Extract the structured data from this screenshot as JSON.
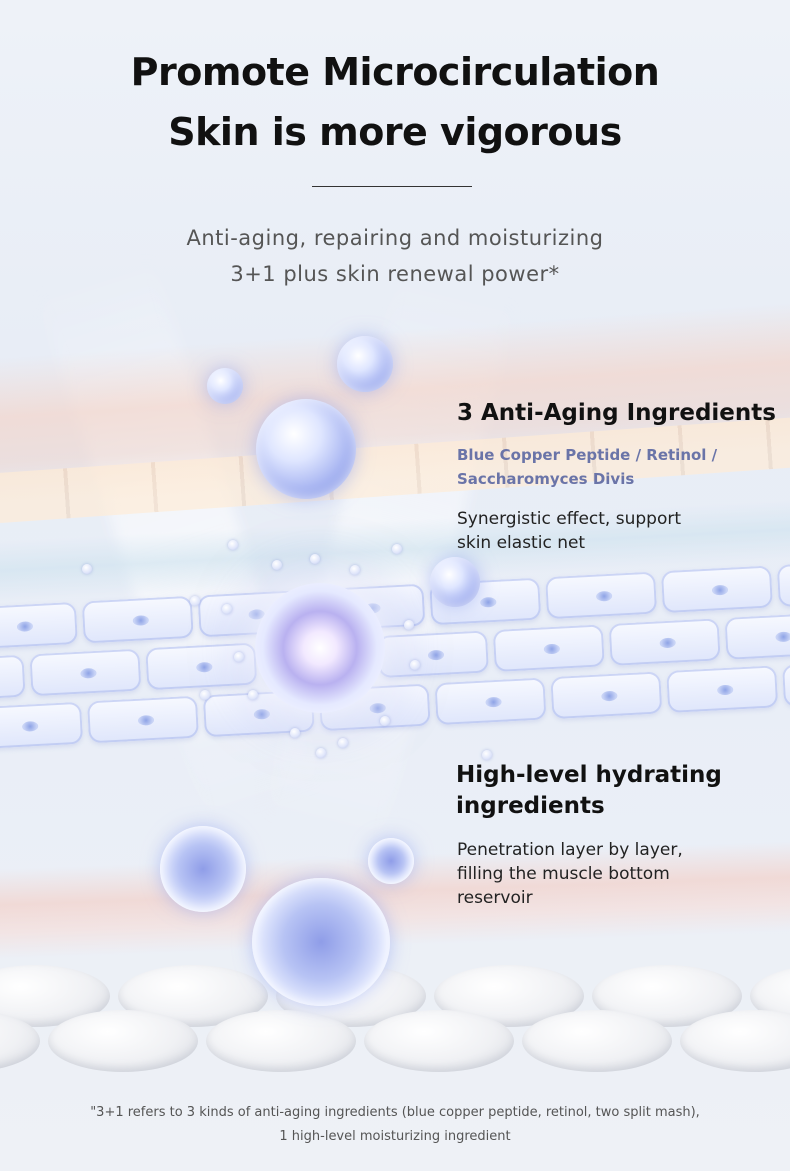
{
  "header": {
    "title_line1": "Promote Microcirculation",
    "title_line2": "Skin is more vigorous",
    "subtitle_line1": "Anti-aging, repairing and moisturizing",
    "subtitle_line2": "3+1 plus skin renewal power*"
  },
  "anti_aging": {
    "title": "3 Anti-Aging Ingredients",
    "ingredients_line1": "Blue Copper Peptide / Retinol /",
    "ingredients_line2": "Saccharomyces Divis",
    "desc_line1": "Synergistic effect, support",
    "desc_line2": "skin elastic net"
  },
  "hydrating": {
    "title_line1": "High-level hydrating",
    "title_line2": "ingredients",
    "desc_line1": "Penetration layer by layer,",
    "desc_line2": "filling the muscle bottom",
    "desc_line3": "reservoir"
  },
  "footnote": {
    "line1": "\"3+1 refers to 3 kinds of anti-aging ingredients (blue copper peptide, retinol, two split mash),",
    "line2": "1 high-level moisturizing ingredient"
  },
  "colors": {
    "ingredient_accent": "#6a74a8",
    "bubble_blue": "#a9b6f2",
    "skin_pink": "#f6cebe"
  }
}
